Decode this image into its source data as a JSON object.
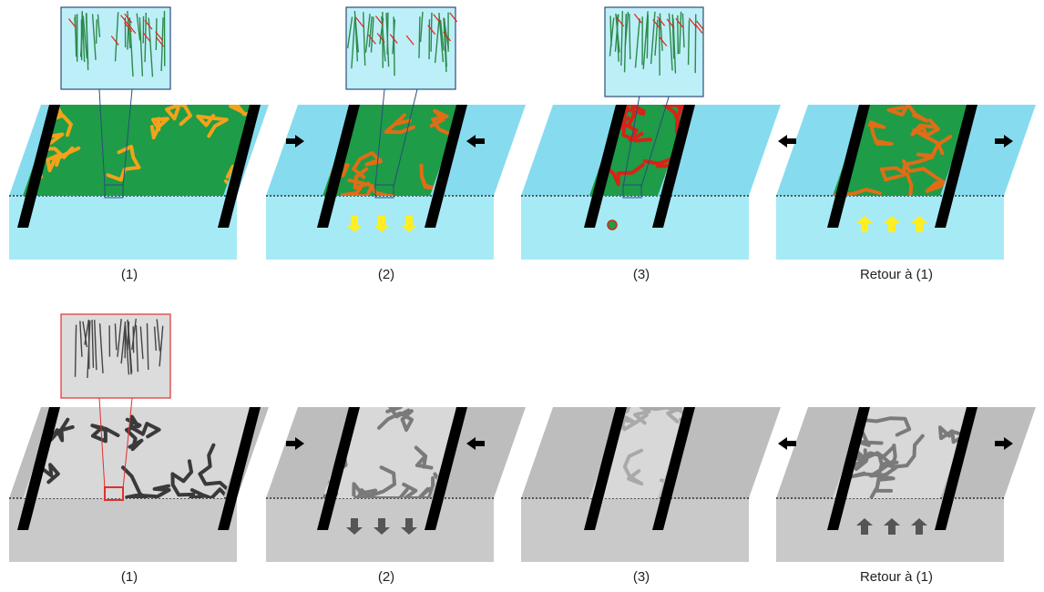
{
  "rows": [
    {
      "theme": "color",
      "colors": {
        "water_top": "#86dcee",
        "water_side": "#a6eaf6",
        "film": "#1e9c47",
        "domain_light": "#f3a21a",
        "domain_mid": "#e06d16",
        "domain_dark": "#d82317",
        "zoom_bg": "#bdeff8",
        "zoom_border": "#2c4d7a",
        "arrow_vertical": "#ffee22",
        "arrow_horizontal": "#000000"
      },
      "panels": [
        {
          "caption": "(1)",
          "compression": "none",
          "domain_level": "light",
          "zoom": true
        },
        {
          "caption": "(2)",
          "compression": "in",
          "domain_level": "mid",
          "zoom": true
        },
        {
          "caption": "(3)",
          "compression": "collapsed",
          "domain_level": "dark",
          "zoom": true
        },
        {
          "caption": "Retour à (1)",
          "compression": "out",
          "domain_level": "mid",
          "zoom": false
        }
      ]
    },
    {
      "theme": "grayscale",
      "colors": {
        "water_top": "#bdbdbd",
        "water_side": "#c9c9c9",
        "film": "#d8d8d8",
        "domain_light": "#3a3a3a",
        "domain_mid": "#7a7a7a",
        "domain_dark": "#a9a9a9",
        "zoom_bg": "#dcdcdc",
        "zoom_border": "#e0302e",
        "arrow_vertical": "#555555",
        "arrow_horizontal": "#000000"
      },
      "panels": [
        {
          "caption": "(1)",
          "compression": "none",
          "domain_level": "light",
          "zoom": true
        },
        {
          "caption": "(2)",
          "compression": "in",
          "domain_level": "mid",
          "zoom": false
        },
        {
          "caption": "(3)",
          "compression": "collapsed",
          "domain_level": "dark",
          "zoom": false
        },
        {
          "caption": "Retour à (1)",
          "compression": "out",
          "domain_level": "mid",
          "zoom": false
        }
      ]
    }
  ]
}
